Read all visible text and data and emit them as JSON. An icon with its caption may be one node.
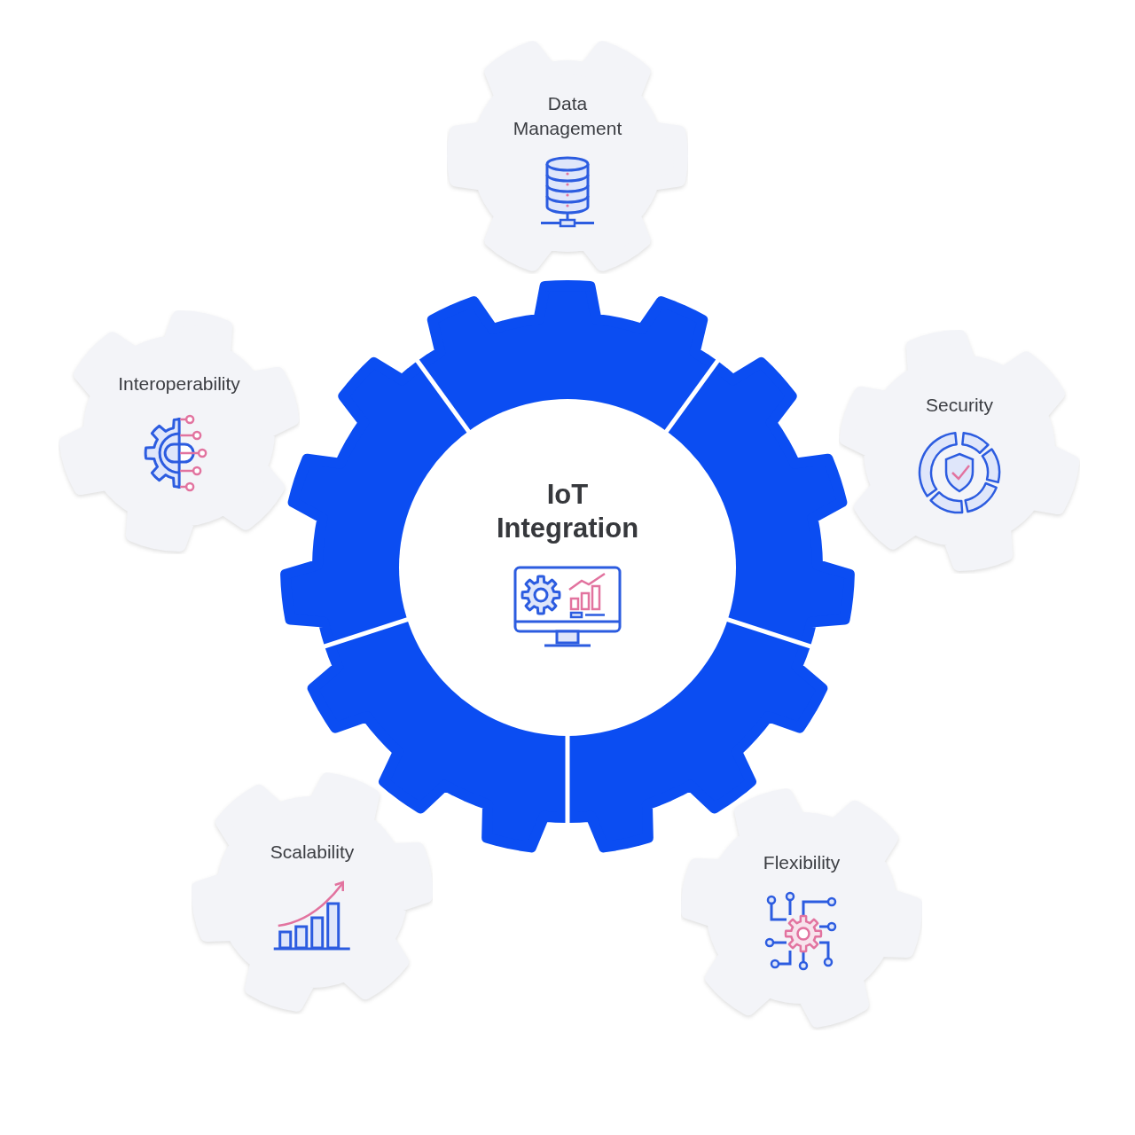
{
  "diagram": {
    "nodes": [
      {
        "text": [
          "Data Management"
        ]
      },
      {
        "text": [
          "Interoperability"
        ]
      },
      {
        "text": [
          "Security"
        ]
      },
      {
        "text": [
          "IoT Integration"
        ]
      },
      {
        "text": [
          "Scalability"
        ]
      },
      {
        "text": [
          "Flexibility"
        ]
      }
    ]
  }
}
